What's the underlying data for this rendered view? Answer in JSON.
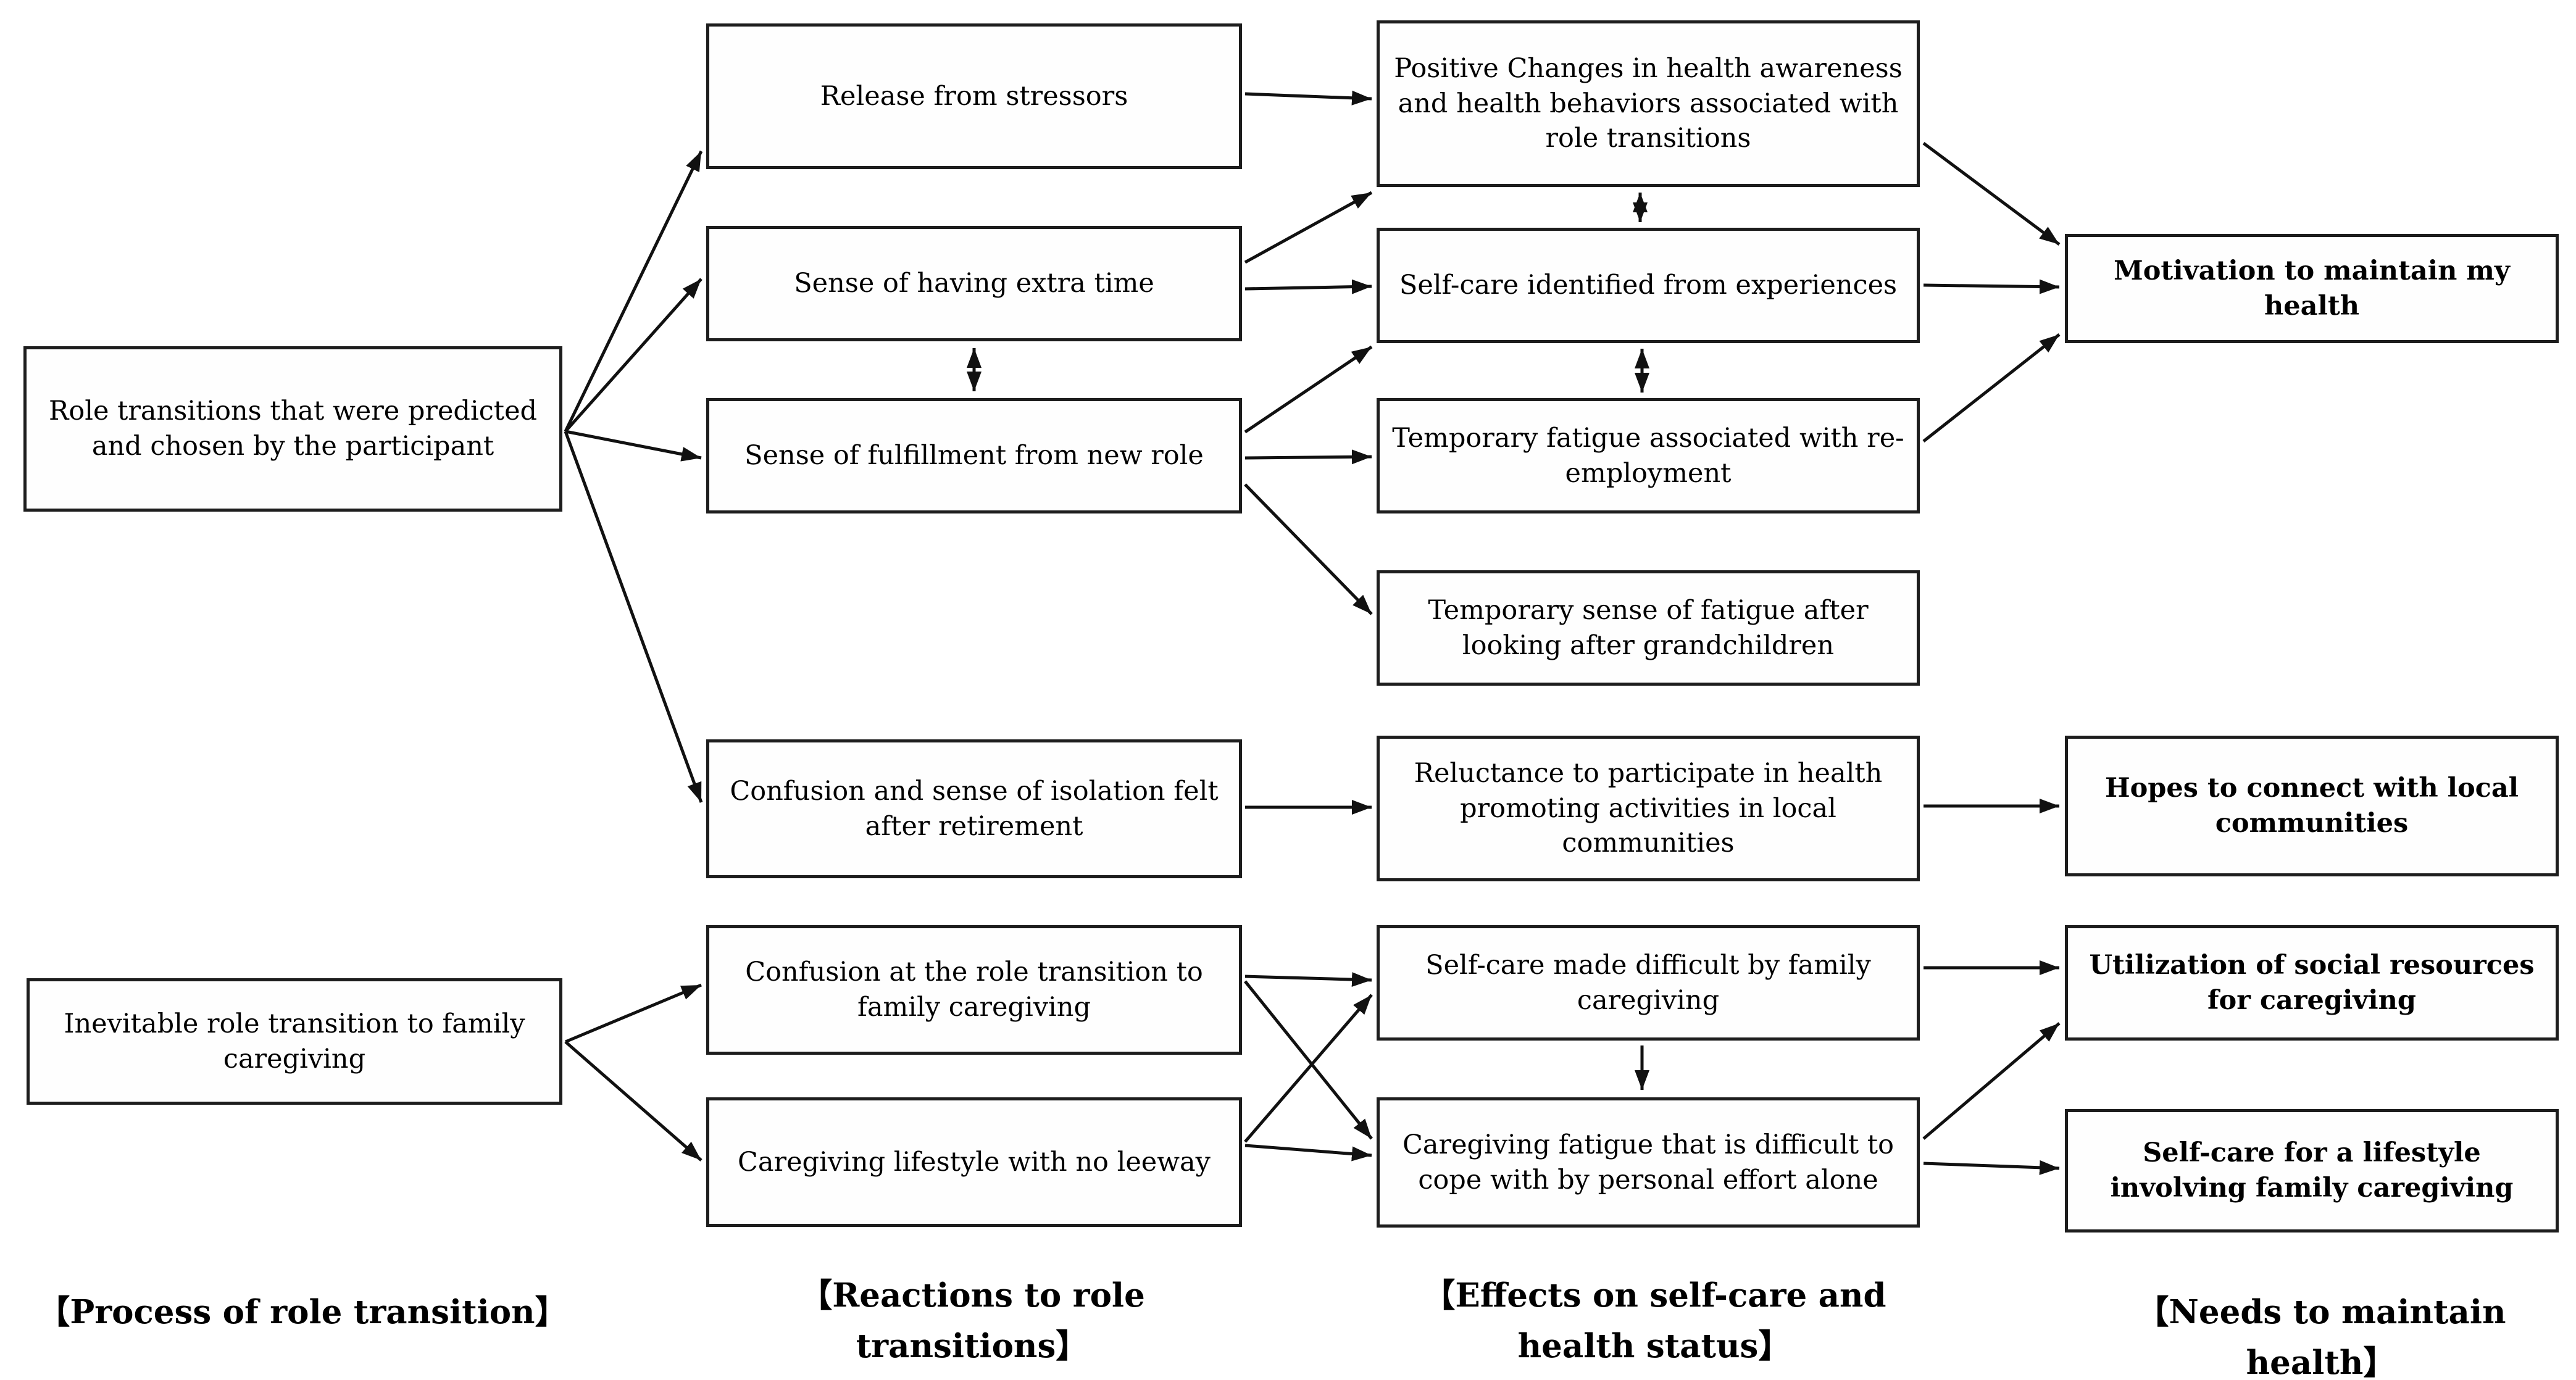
{
  "figure": {
    "background": "#ffffff",
    "box_border_color": "#1d1d1d",
    "arrow_color": "#111111"
  },
  "boxes": {
    "role_transitions_chosen": {
      "text": "Role transitions that were predicted and chosen by the participant"
    },
    "inevitable_transition": {
      "text": "Inevitable role transition to family caregiving"
    },
    "release_stressors": {
      "text": "Release from stressors"
    },
    "extra_time": {
      "text": "Sense of having extra time"
    },
    "fulfillment_new_role": {
      "text": "Sense of fulfillment from new role"
    },
    "confusion_retirement": {
      "text": "Confusion and sense of isolation felt after retirement"
    },
    "confusion_caregiving": {
      "text": "Confusion at the role transition to family caregiving"
    },
    "caregiving_lifestyle": {
      "text": "Caregiving lifestyle with no leeway"
    },
    "positive_changes": {
      "text": "Positive Changes in health awareness and health behaviors associated with role transitions"
    },
    "selfcare_identified": {
      "text": "Self-care identified from experiences"
    },
    "temporary_fatigue_reemployment": {
      "text": "Temporary fatigue associated with re-employment"
    },
    "temporary_fatigue_grandchildren": {
      "text": "Temporary sense of fatigue after looking after grandchildren"
    },
    "reluctance_participate": {
      "text": "Reluctance to participate in health promoting activities in local communities"
    },
    "selfcare_difficult": {
      "text": "Self-care made difficult by family caregiving"
    },
    "caregiving_fatigue": {
      "text": "Caregiving fatigue that is difficult to cope with by personal effort alone"
    },
    "motivation_health": {
      "text": "Motivation to maintain my health"
    },
    "hopes_connect": {
      "text": "Hopes to connect with local communities"
    },
    "utilization_resources": {
      "text": "Utilization of social resources for caregiving"
    },
    "selfcare_lifestyle": {
      "text": "Self-care for a lifestyle involving family caregiving"
    }
  },
  "column_labels": {
    "process": "【Process of role transition】",
    "reactions": "【Reactions to role transitions】",
    "effects": "【Effects on self-care and health status】",
    "needs": "【Needs to maintain health】"
  }
}
